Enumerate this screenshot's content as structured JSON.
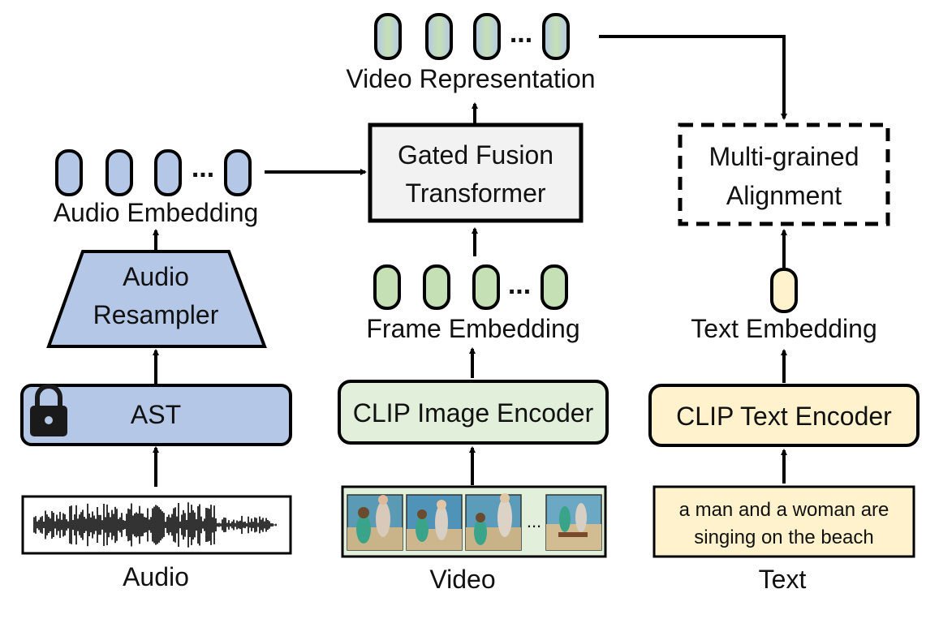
{
  "colors": {
    "audio_fill": "#b4c7e7",
    "frame_fill": "#c5e0b4",
    "text_fill": "#fff2cc",
    "fusion_fill": "#f2f2f2",
    "video_card_fill": "#e2efda",
    "stroke": "#000000"
  },
  "labels": {
    "video_representation": "Video Representation",
    "gated_fusion_line1": "Gated Fusion",
    "gated_fusion_line2": "Transformer",
    "multi_grained_line1": "Multi-grained",
    "multi_grained_line2": "Alignment",
    "audio_embedding": "Audio Embedding",
    "audio_resampler_line1": "Audio",
    "audio_resampler_line2": "Resampler",
    "frame_embedding": "Frame Embedding",
    "text_embedding": "Text Embedding",
    "ast": "AST",
    "clip_image_encoder": "CLIP Image Encoder",
    "clip_text_encoder": "CLIP Text Encoder",
    "audio": "Audio",
    "video": "Video",
    "text": "Text",
    "caption_line1": "a man and a woman are",
    "caption_line2": "singing on the beach",
    "ellipsis": "...",
    "frame_ellipsis": "..."
  },
  "icons": {
    "lock": "lock-icon",
    "waveform": "audio-waveform",
    "frames": "video-frame-thumbnails"
  }
}
